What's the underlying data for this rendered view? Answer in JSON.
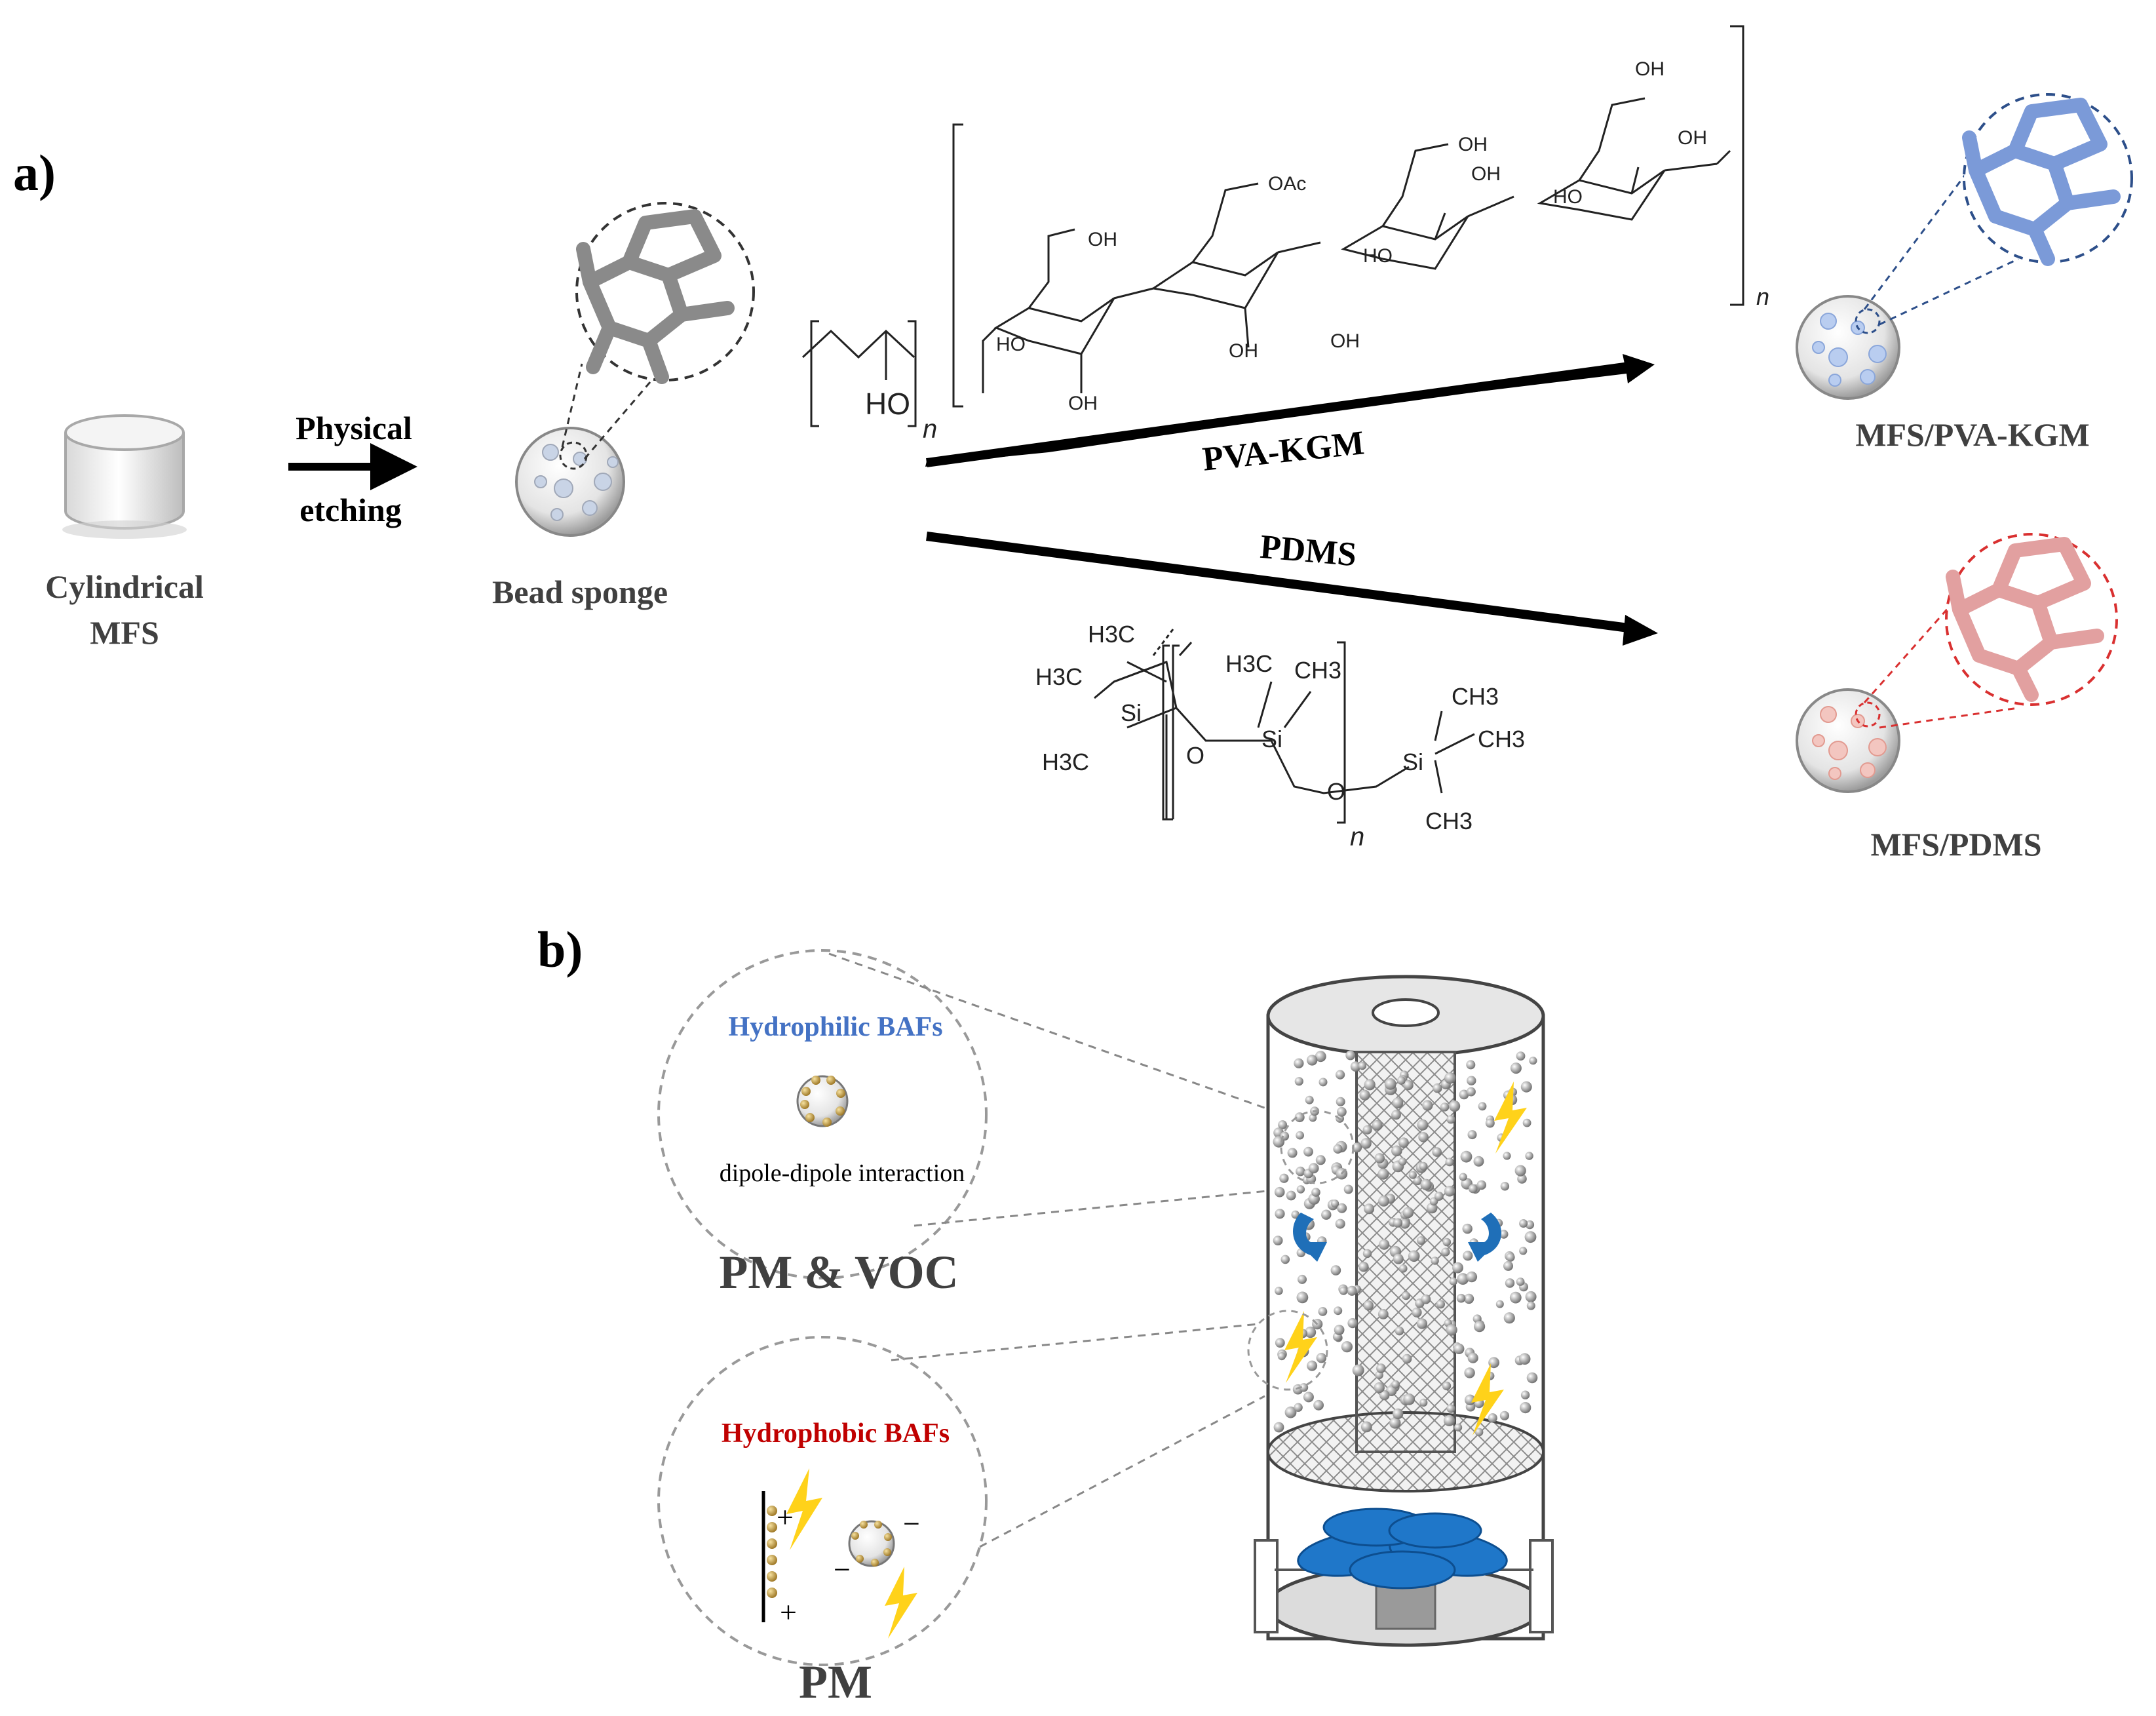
{
  "panel_a": {
    "label": "a)",
    "cylinder_label_1": "Cylindrical",
    "cylinder_label_2": "MFS",
    "etching_label_1": "Physical",
    "etching_label_2": "etching",
    "bead_label": "Bead sponge",
    "arrow_upper_label": "PVA-KGM",
    "arrow_lower_label": "PDMS",
    "product_upper_label": "MFS/PVA-KGM",
    "product_lower_label": "MFS/PDMS",
    "pva": {
      "group": "HO",
      "repeat": "n"
    },
    "kgm": {
      "substituents": [
        "OH",
        "HO",
        "OH",
        "OH",
        "OAc",
        "OH",
        "HO",
        "OH",
        "OH",
        "HO",
        "OH",
        "OH"
      ],
      "repeat": "n"
    },
    "pdms": {
      "atoms": [
        "H3C",
        "H3C",
        "H3C",
        "Si",
        "O",
        "Si",
        "CH3",
        "H3C",
        "O",
        "Si",
        "CH3",
        "CH3",
        "CH3"
      ],
      "repeat": "n"
    },
    "colors": {
      "neutral": "#8a8a8a",
      "hydrophilic": "#6f8fd0",
      "hydrophobic": "#e09090"
    }
  },
  "panel_b": {
    "label": "b)",
    "upper_circle_title": "Hydrophilic  BAFs",
    "upper_circle_text": "dipole-dipole interaction",
    "upper_caption": "PM & VOC",
    "lower_circle_title": "Hydrophobic  BAFs",
    "lower_caption": "PM",
    "charge_plus": "+",
    "charge_minus": "−",
    "colors": {
      "hydrophilic_title": "#4472c4",
      "hydrophobic_title": "#c00000",
      "lightning": "#ffd21a",
      "flow_arrow": "#1f6fb8",
      "fan": "#1f77c9"
    }
  }
}
